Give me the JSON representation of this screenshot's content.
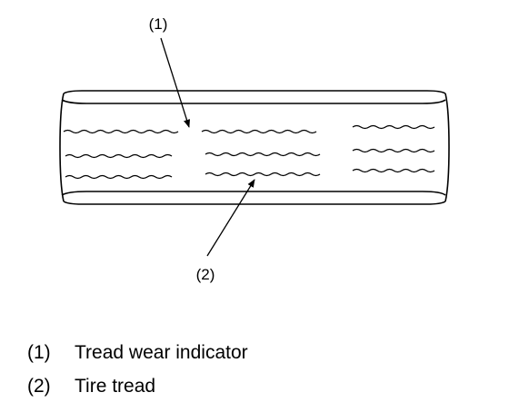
{
  "callouts": [
    {
      "number": "(1)"
    },
    {
      "number": "(2)"
    }
  ],
  "legend": [
    {
      "number": "(1)",
      "label": "Tread wear indicator"
    },
    {
      "number": "(2)",
      "label": "Tire tread"
    }
  ]
}
